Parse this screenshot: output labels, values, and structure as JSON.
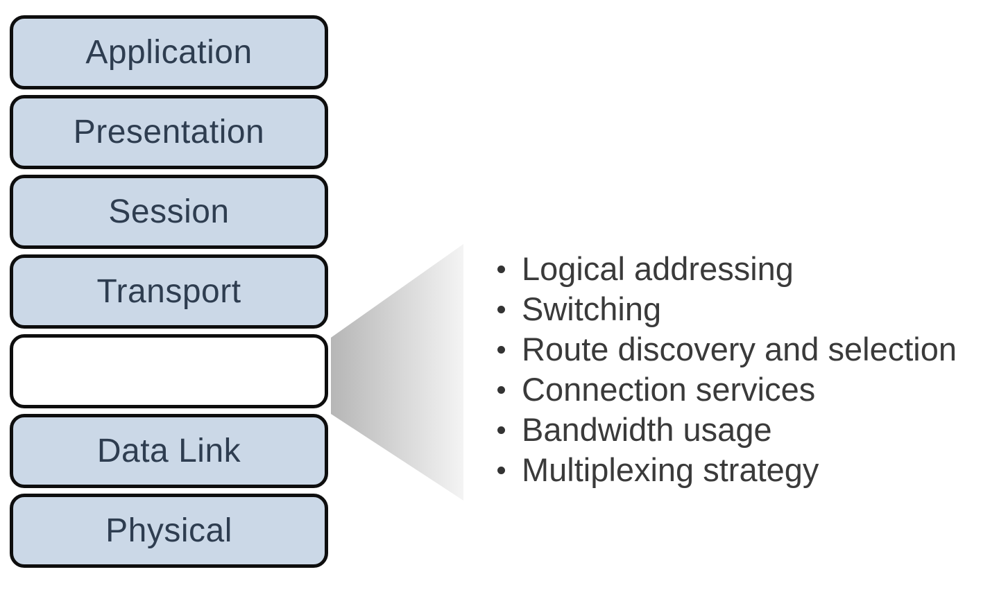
{
  "diagram": {
    "title_semantic": "OSI model layer stack with network layer callout",
    "layers": [
      {
        "label": "Application",
        "filled": true
      },
      {
        "label": "Presentation",
        "filled": true
      },
      {
        "label": "Session",
        "filled": true
      },
      {
        "label": "Transport",
        "filled": true
      },
      {
        "label": "",
        "filled": false
      },
      {
        "label": "Data Link",
        "filled": true
      },
      {
        "label": "Physical",
        "filled": true
      }
    ],
    "callout_bullets": [
      "Logical addressing",
      "Switching",
      "Route discovery and selection",
      "Connection services",
      "Bandwidth usage",
      "Multiplexing strategy"
    ],
    "colors": {
      "background": "#ffffff",
      "box_fill": "#cbd8e7",
      "box_fill_blank": "#ffffff",
      "box_border": "#0e0e0e",
      "layer_label": "#2e3d50",
      "bullet_text": "#3a3a3a",
      "bullet_dot": "#333333",
      "callout_gradient_left": "#b6b6b6",
      "callout_gradient_right": "#f4f4f4"
    }
  }
}
